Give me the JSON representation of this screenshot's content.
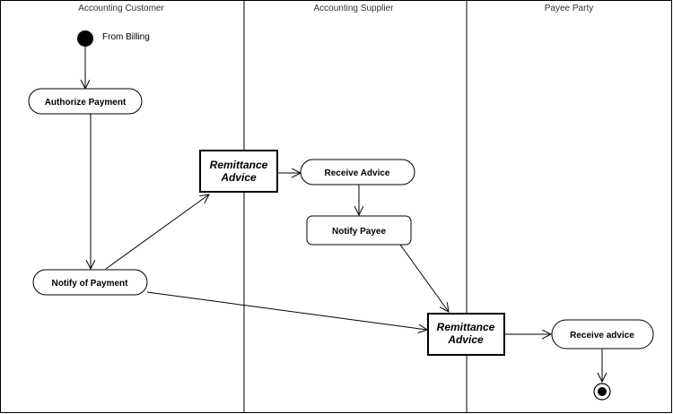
{
  "lanes": [
    {
      "title": "Accounting Customer"
    },
    {
      "title": "Accounting Supplier"
    },
    {
      "title": "Payee Party"
    }
  ],
  "start": {
    "label": "From Billing"
  },
  "activities": {
    "authorize_payment": "Authorize Payment",
    "notify_of_payment": "Notify of Payment",
    "receive_advice": "Receive Advice",
    "notify_payee": "Notify Payee",
    "receive_advice_payee": "Receive advice"
  },
  "objects": {
    "remittance_advice_1": {
      "line1": "Remittance",
      "line2": "Advice"
    },
    "remittance_advice_2": {
      "line1": "Remittance",
      "line2": "Advice"
    }
  },
  "colors": {
    "stroke": "#000000",
    "background": "#ffffff"
  }
}
